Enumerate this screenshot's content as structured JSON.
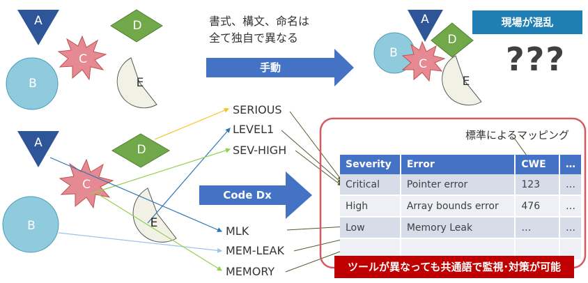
{
  "top": {
    "shapes": {
      "a": "A",
      "b": "B",
      "c": "C",
      "d": "D",
      "e": "E"
    },
    "description_lines": [
      "書式、構文、命名は",
      "全て独自で異なる"
    ],
    "arrow_label": "手動",
    "badge": "現場が混乱",
    "question_marks": "???"
  },
  "bottom": {
    "shapes": {
      "a": "A",
      "b": "B",
      "c": "C",
      "d": "D",
      "e": "E"
    },
    "labels": [
      "SERIOUS",
      "LEVEL1",
      "SEV-HIGH",
      "MLK",
      "MEM-LEAK",
      "MEMORY"
    ],
    "arrow_label": "Code Dx",
    "mapping_caption": "標準によるマッピング",
    "table": {
      "headers": [
        "Severity",
        "Error",
        "CWE",
        "…"
      ],
      "rows": [
        [
          "Critical",
          "Pointer error",
          "123",
          "…"
        ],
        [
          "High",
          "Array bounds error",
          "476",
          "…"
        ],
        [
          "Low",
          "Memory Leak",
          "…",
          "…"
        ],
        [
          "",
          "",
          "",
          ""
        ]
      ]
    },
    "footer": "ツールが異なっても共通語で監視･対策が可能"
  },
  "colors": {
    "triangle": "#2e5597",
    "circle": "#8fcbdd",
    "star": "#e58a92",
    "diamond": "#70a84a",
    "pacman": "#f1f1e6",
    "arrow": "#4472c4",
    "badge": "#1f7fb4",
    "red": "#c00000",
    "frame": "#d55a60"
  }
}
